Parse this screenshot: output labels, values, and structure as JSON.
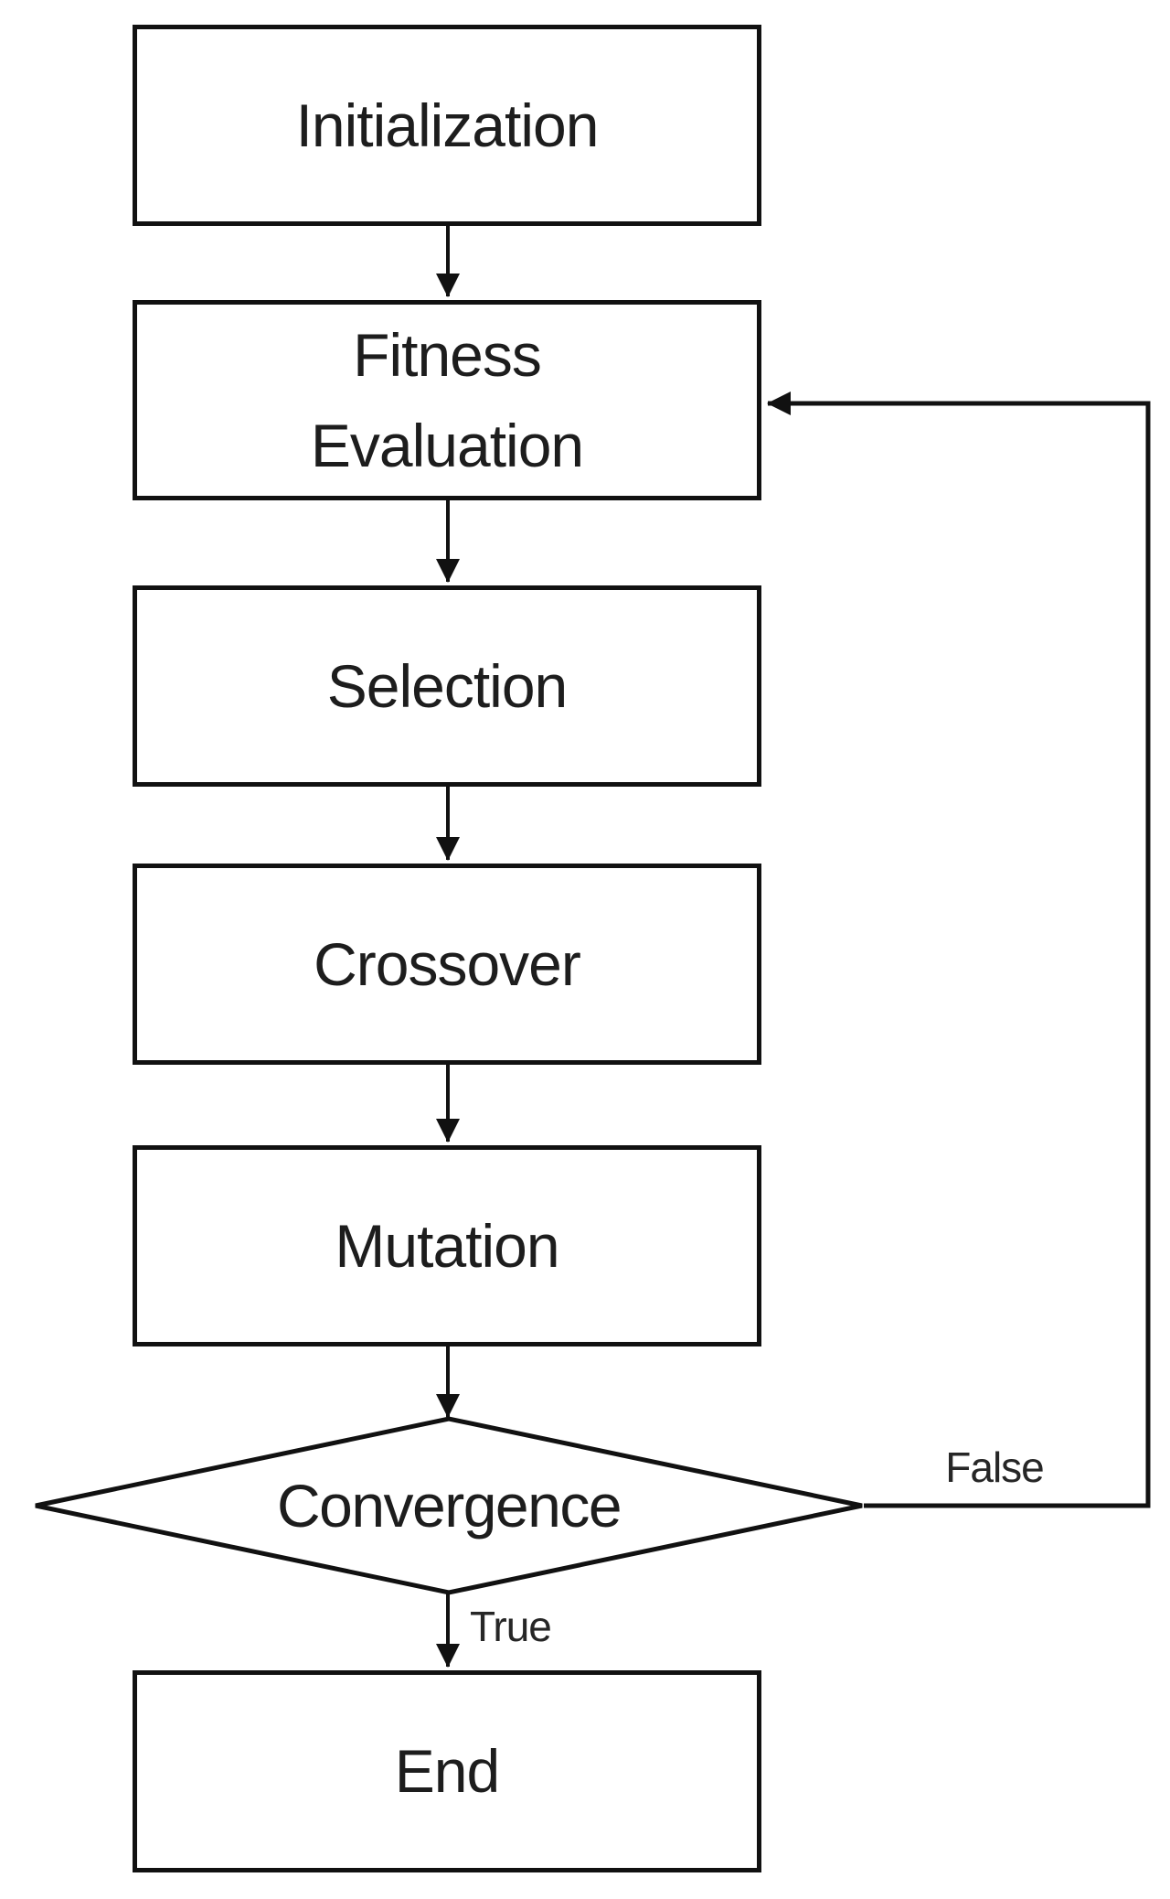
{
  "flowchart": {
    "nodes": {
      "initialization": {
        "label": "Initialization",
        "type": "process"
      },
      "fitness_evaluation": {
        "label": "Fitness\nEvaluation",
        "type": "process"
      },
      "selection": {
        "label": "Selection",
        "type": "process"
      },
      "crossover": {
        "label": "Crossover",
        "type": "process"
      },
      "mutation": {
        "label": "Mutation",
        "type": "process"
      },
      "convergence": {
        "label": "Convergence",
        "type": "decision"
      },
      "end": {
        "label": "End",
        "type": "process"
      }
    },
    "edges": {
      "false_label": "False",
      "true_label": "True"
    },
    "colors": {
      "stroke": "#111111",
      "text": "#1d1d1d",
      "node_fill": "#ffffff",
      "background": "#ffffff"
    }
  }
}
